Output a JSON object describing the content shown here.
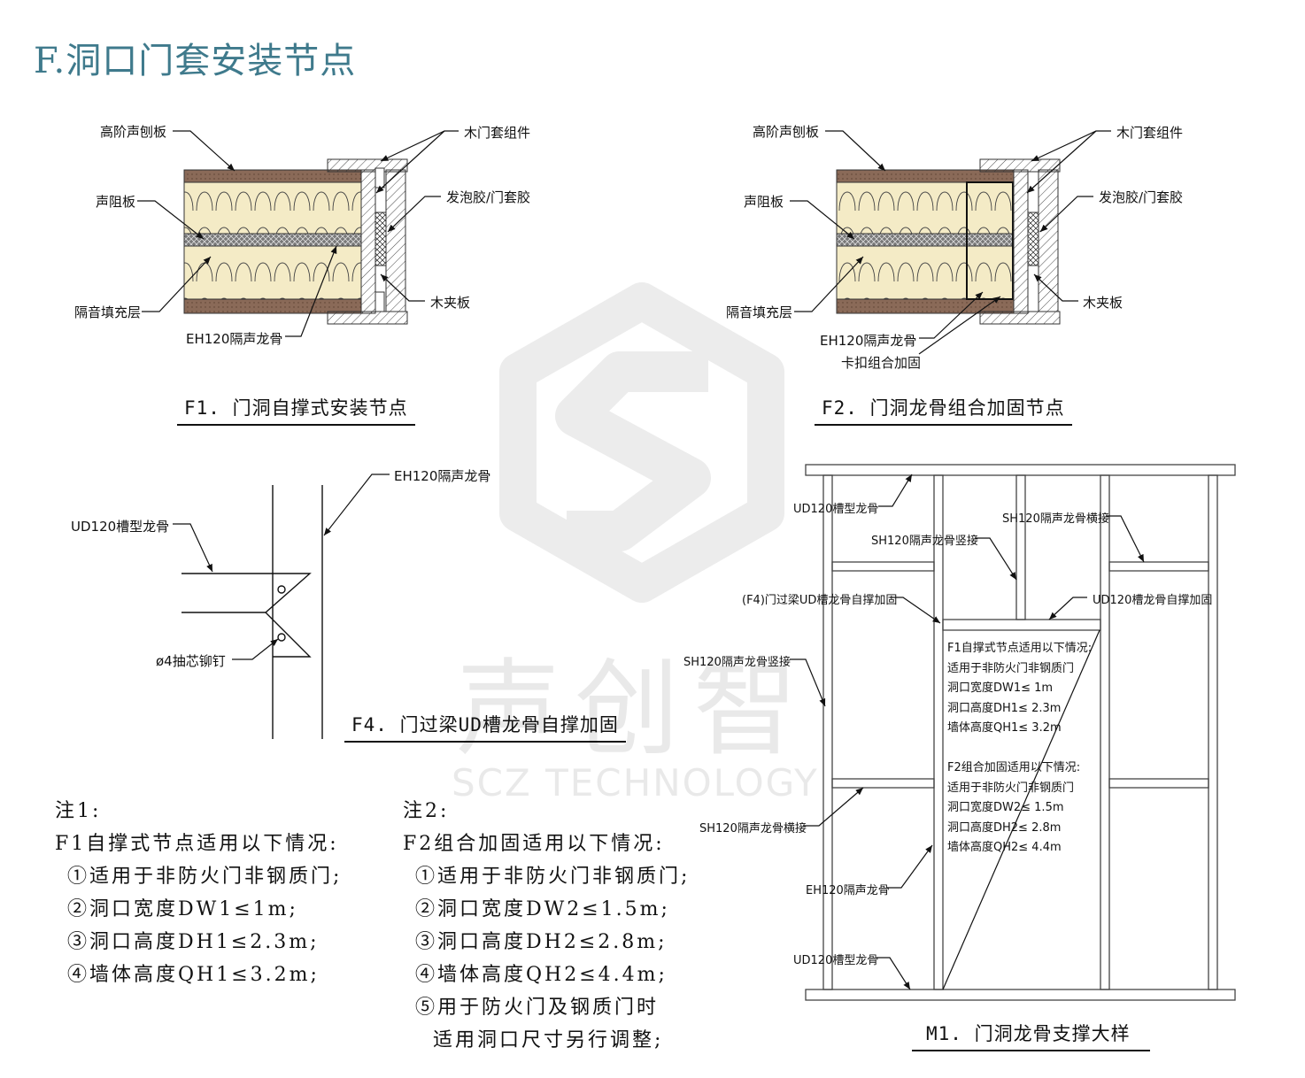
{
  "page": {
    "title": "F.洞口门套安装节点"
  },
  "watermark": {
    "brand": "声创智",
    "sub": "SCZ TECHNOLOGY"
  },
  "f1": {
    "labels": {
      "top_left": "高阶声刨板",
      "mid_left": "声阻板",
      "bottom_left": "隔音填充层",
      "bottom": "EH120隔声龙骨",
      "top_right": "木门套组件",
      "mid_right": "发泡胶/门套胶",
      "bottom_right": "木夹板"
    },
    "caption": "F1. 门洞自撑式安装节点"
  },
  "f2": {
    "labels": {
      "top_left": "高阶声刨板",
      "mid_left": "声阻板",
      "bottom_left": "隔音填充层",
      "bottom": "EH120隔声龙骨",
      "bottom2": "卡扣组合加固",
      "top_right": "木门套组件",
      "mid_right": "发泡胶/门套胶",
      "bottom_right": "木夹板"
    },
    "caption": "F2. 门洞龙骨组合加固节点"
  },
  "f4": {
    "labels": {
      "eh": "EH120隔声龙骨",
      "ud": "UD120槽型龙骨",
      "rivet": "ø4抽芯铆钉"
    },
    "caption": "F4. 门过梁UD槽龙骨自撑加固"
  },
  "m1": {
    "labels": {
      "ud_top": "UD120槽型龙骨",
      "sh_vert_joint": "SH120隔声龙骨竖接",
      "sh_horiz_right": "SH120隔声龙骨横接",
      "f4_ref": "(F4)门过梁UD槽龙骨自撑加固",
      "ud_self": "UD120槽龙骨自撑加固",
      "sh_vert_left": "SH120隔声龙骨竖接",
      "sh_horiz_left": "SH120隔声龙骨横接",
      "eh": "EH120隔声龙骨",
      "ud_bottom": "UD120槽型龙骨"
    },
    "box_lines": [
      "F1自撑式节点适用以下情况:",
      "适用于非防火门非钢质门",
      "洞口宽度DW1≤ 1m",
      "洞口高度DH1≤ 2.3m",
      "墙体高度QH1≤ 3.2m",
      "",
      "F2组合加固适用以下情况:",
      "适用于非防火门非钢质门",
      "洞口宽度DW2≤ 1.5m",
      "洞口高度DH2≤ 2.8m",
      "墙体高度QH2≤ 4.4m"
    ],
    "caption": "M1. 门洞龙骨支撑大样"
  },
  "note1": {
    "title": "注1:",
    "lines": [
      "F1自撑式节点适用以下情况:",
      "①适用于非防火门非钢质门;",
      "②洞口宽度DW1≤1m;",
      "③洞口高度DH1≤2.3m;",
      "④墙体高度QH1≤3.2m;"
    ]
  },
  "note2": {
    "title": "注2:",
    "lines": [
      "F2组合加固适用以下情况:",
      "①适用于非防火门非钢质门;",
      "②洞口宽度DW2≤1.5m;",
      "③洞口高度DH2≤2.8m;",
      "④墙体高度QH2≤4.4m;",
      "⑤用于防火门及钢质门时",
      "  适用洞口尺寸另行调整;"
    ]
  }
}
